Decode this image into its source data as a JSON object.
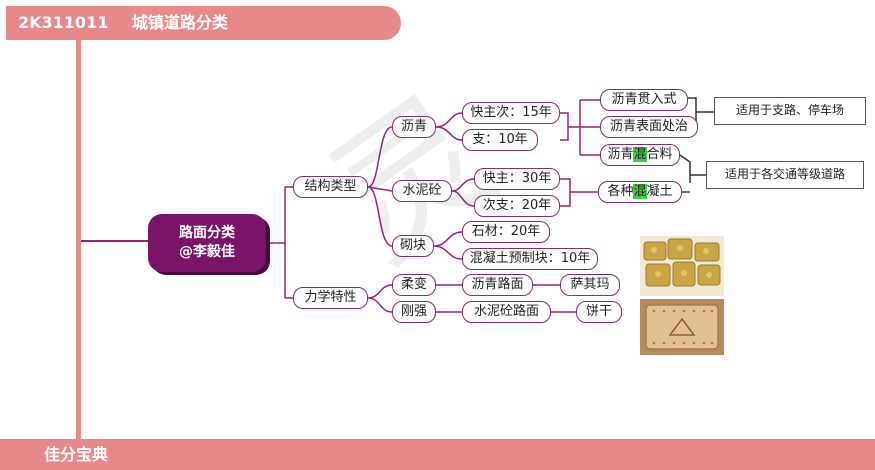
{
  "header": {
    "code": "2K311011",
    "title": "城镇道路分类"
  },
  "footer": {
    "label": "佳分宝典"
  },
  "root": {
    "line1": "路面分类",
    "line2": "@李毅佳"
  },
  "branches": {
    "structure": {
      "label": "结构类型"
    },
    "mechanics": {
      "label": "力学特性"
    }
  },
  "structure_types": {
    "asphalt": {
      "label": "沥青",
      "items": [
        "快主次：15年",
        "支：10年"
      ],
      "kinds": [
        "沥青贯入式",
        "沥青表面处治"
      ],
      "mix": {
        "prefix": "沥青",
        "hl": "混",
        "suffix": "合料"
      },
      "note": "适用于支路、停车场"
    },
    "cement": {
      "label": "水泥砼",
      "items": [
        "快主：30年",
        "次支：20年"
      ],
      "kind": {
        "prefix": "各种",
        "hl": "混",
        "suffix": "凝土"
      },
      "note": "适用于各交通等级道路"
    },
    "block": {
      "label": "砌块",
      "items": [
        "石材：20年",
        "混凝土预制块：10年"
      ]
    }
  },
  "mechanics_types": {
    "flexible": {
      "label": "柔变",
      "pavement": "沥青路面",
      "analogy": "萨其玛"
    },
    "rigid": {
      "label": "刚强",
      "pavement": "水泥砼路面",
      "analogy": "饼干"
    }
  }
}
